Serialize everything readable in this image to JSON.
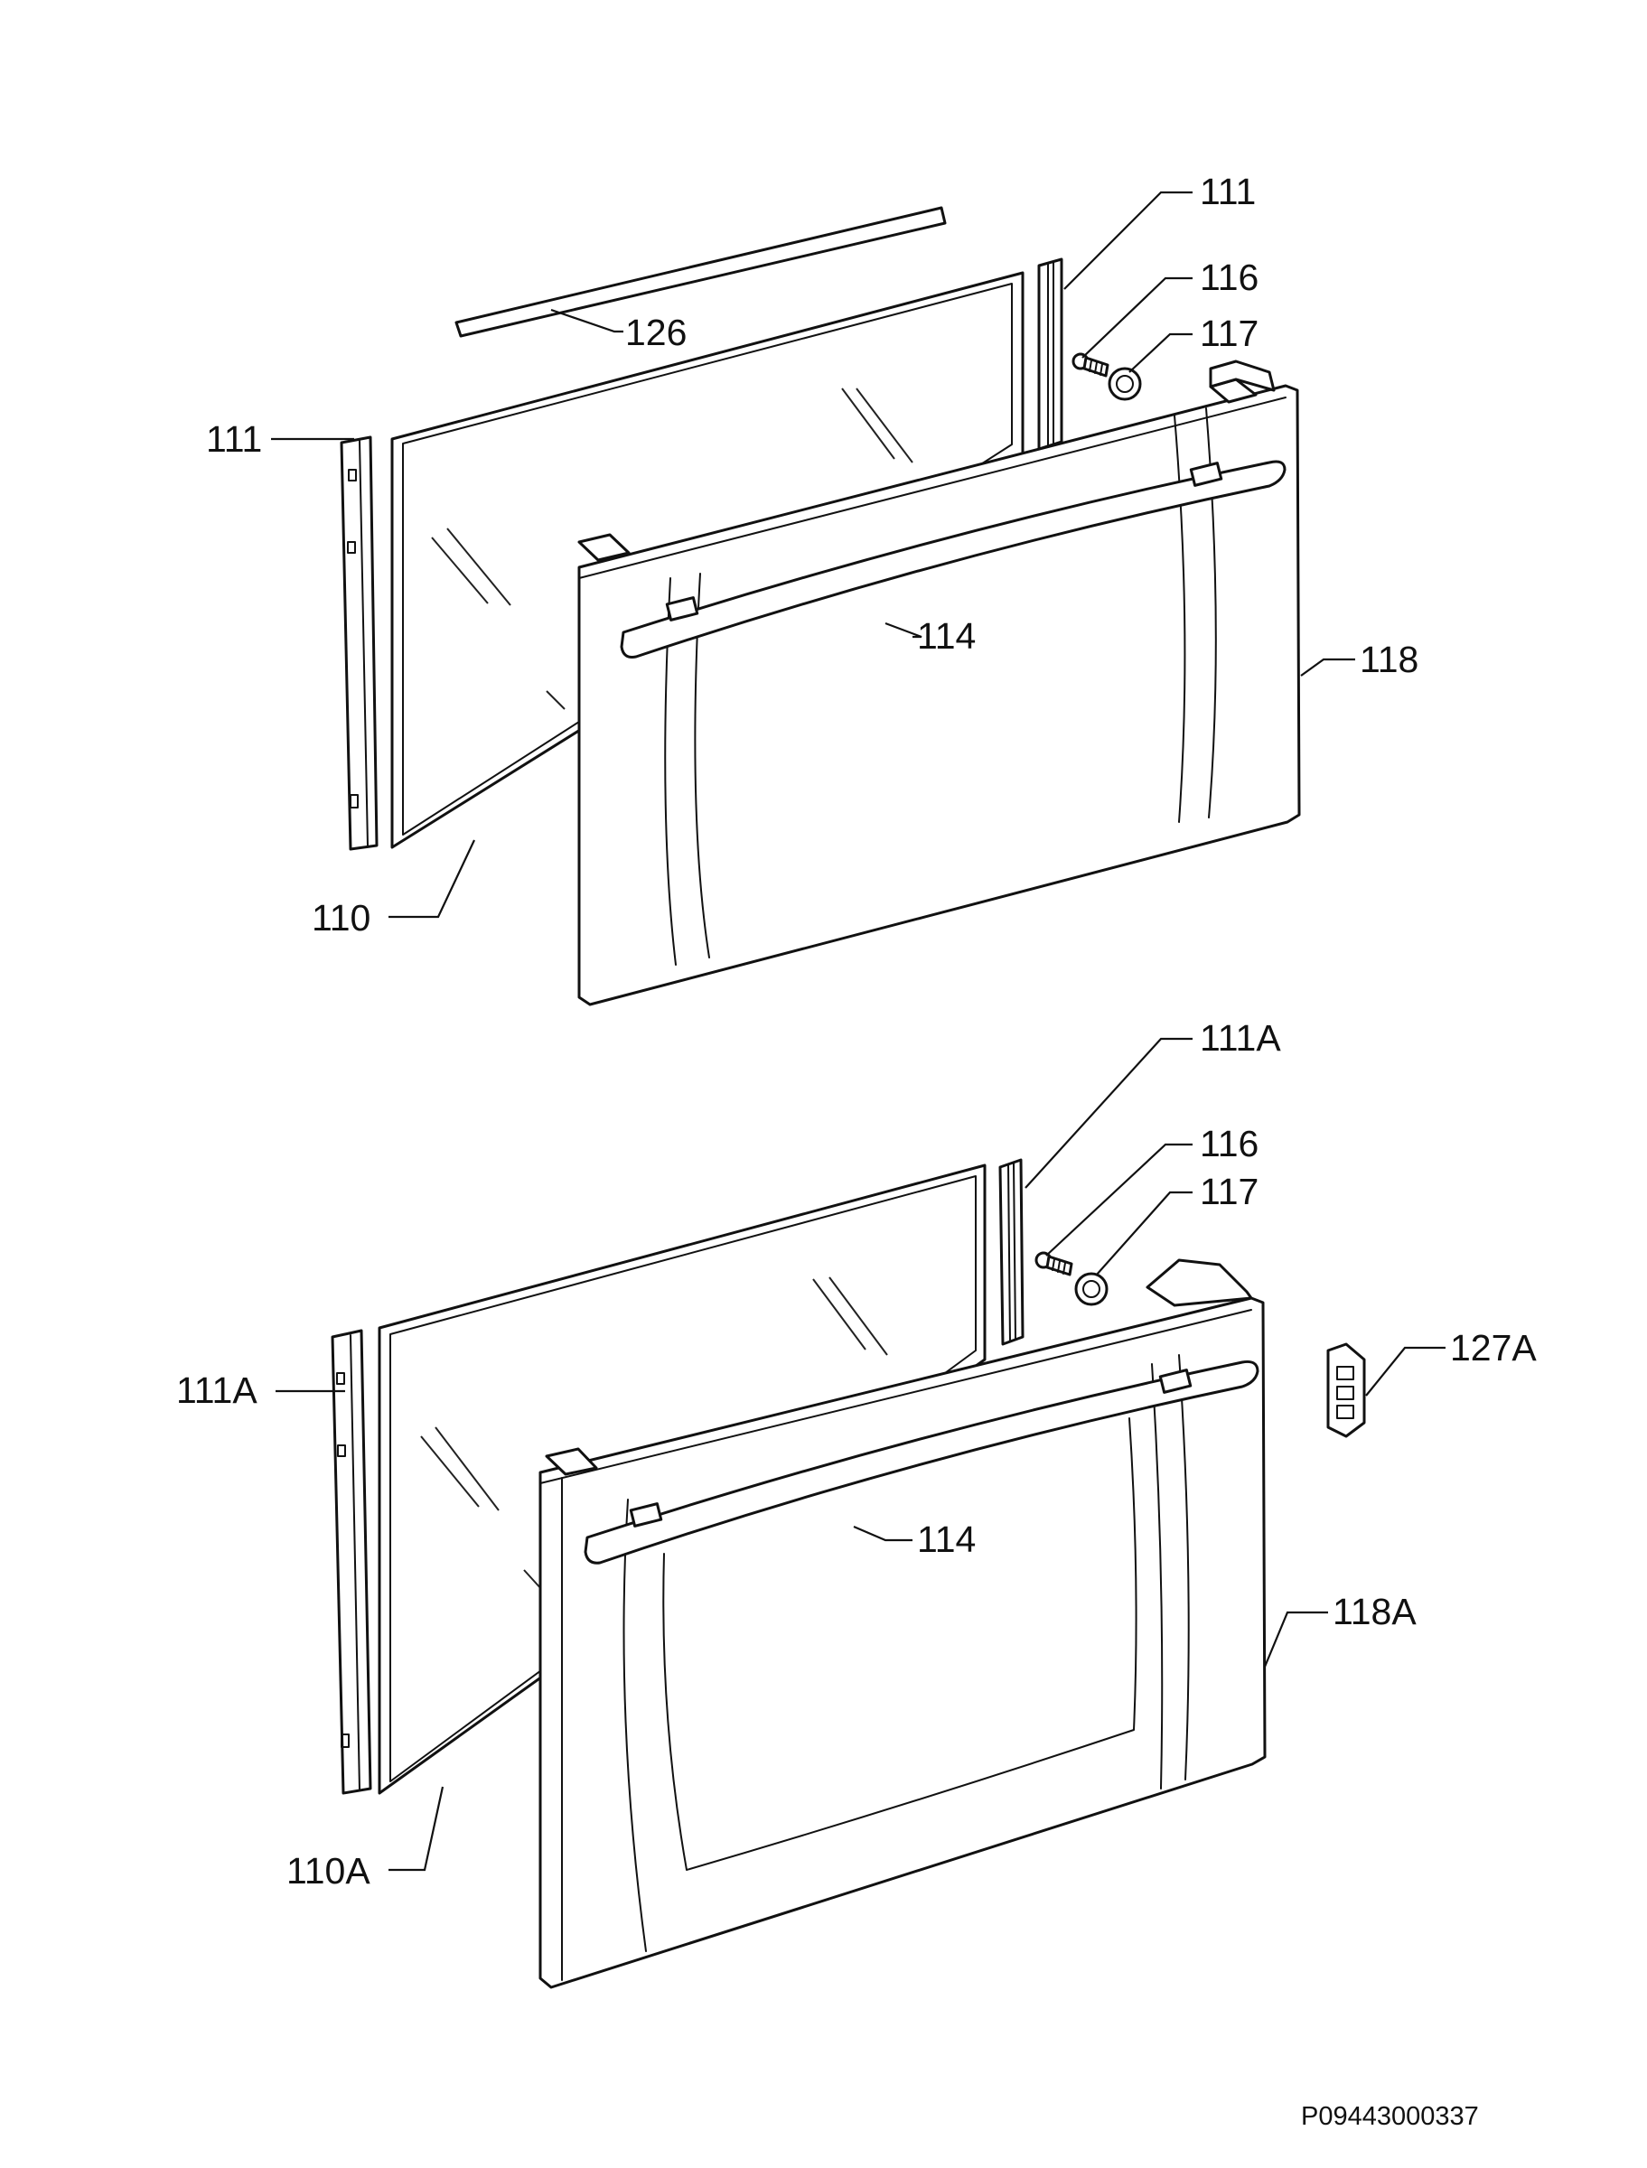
{
  "labels": {
    "top_strip": "126",
    "top_side_right": "111",
    "top_screw": "116",
    "top_washer": "117",
    "top_side_left": "111",
    "top_handle": "114",
    "top_door": "118",
    "top_glass": "110",
    "bottom_side_right": "111A",
    "bottom_screw": "116",
    "bottom_washer": "117",
    "bottom_side_left": "111A",
    "bottom_latch": "127A",
    "bottom_handle": "114",
    "bottom_door": "118A",
    "bottom_glass": "110A"
  },
  "drawing_code": "P09443000337"
}
